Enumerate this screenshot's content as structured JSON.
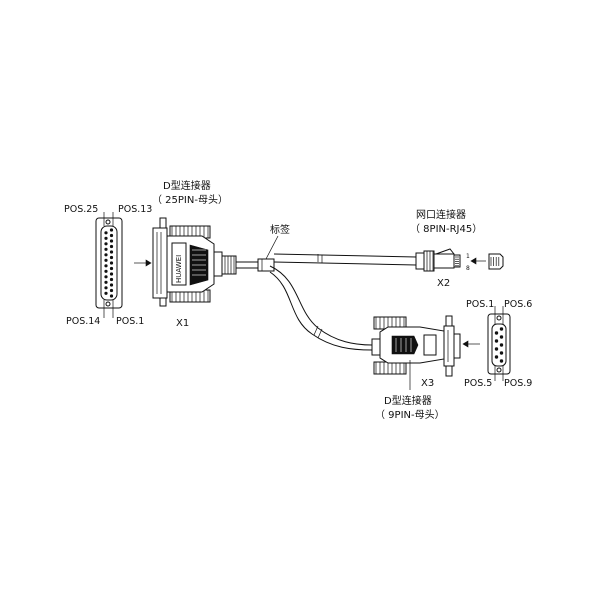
{
  "connector_x1": {
    "title": "D型连接器",
    "spec": "（ 25PIN-母头）",
    "tag": "X1",
    "brand": "HUAWEI",
    "face_pins": {
      "top_left": "POS.25",
      "top_right": "POS.13",
      "bottom_left": "POS.14",
      "bottom_right": "POS.1"
    }
  },
  "connector_x2": {
    "title": "网口连接器",
    "spec": "（ 8PIN-RJ45）",
    "tag": "X2",
    "pin_first": "1",
    "pin_last": "8"
  },
  "connector_x3": {
    "title": "D型连接器",
    "spec": "（ 9PIN-母头）",
    "tag": "X3",
    "face_pins": {
      "top_left": "POS.1",
      "top_right": "POS.6",
      "bottom_left": "POS.5",
      "bottom_right": "POS.9"
    }
  },
  "cable_label": "标签"
}
